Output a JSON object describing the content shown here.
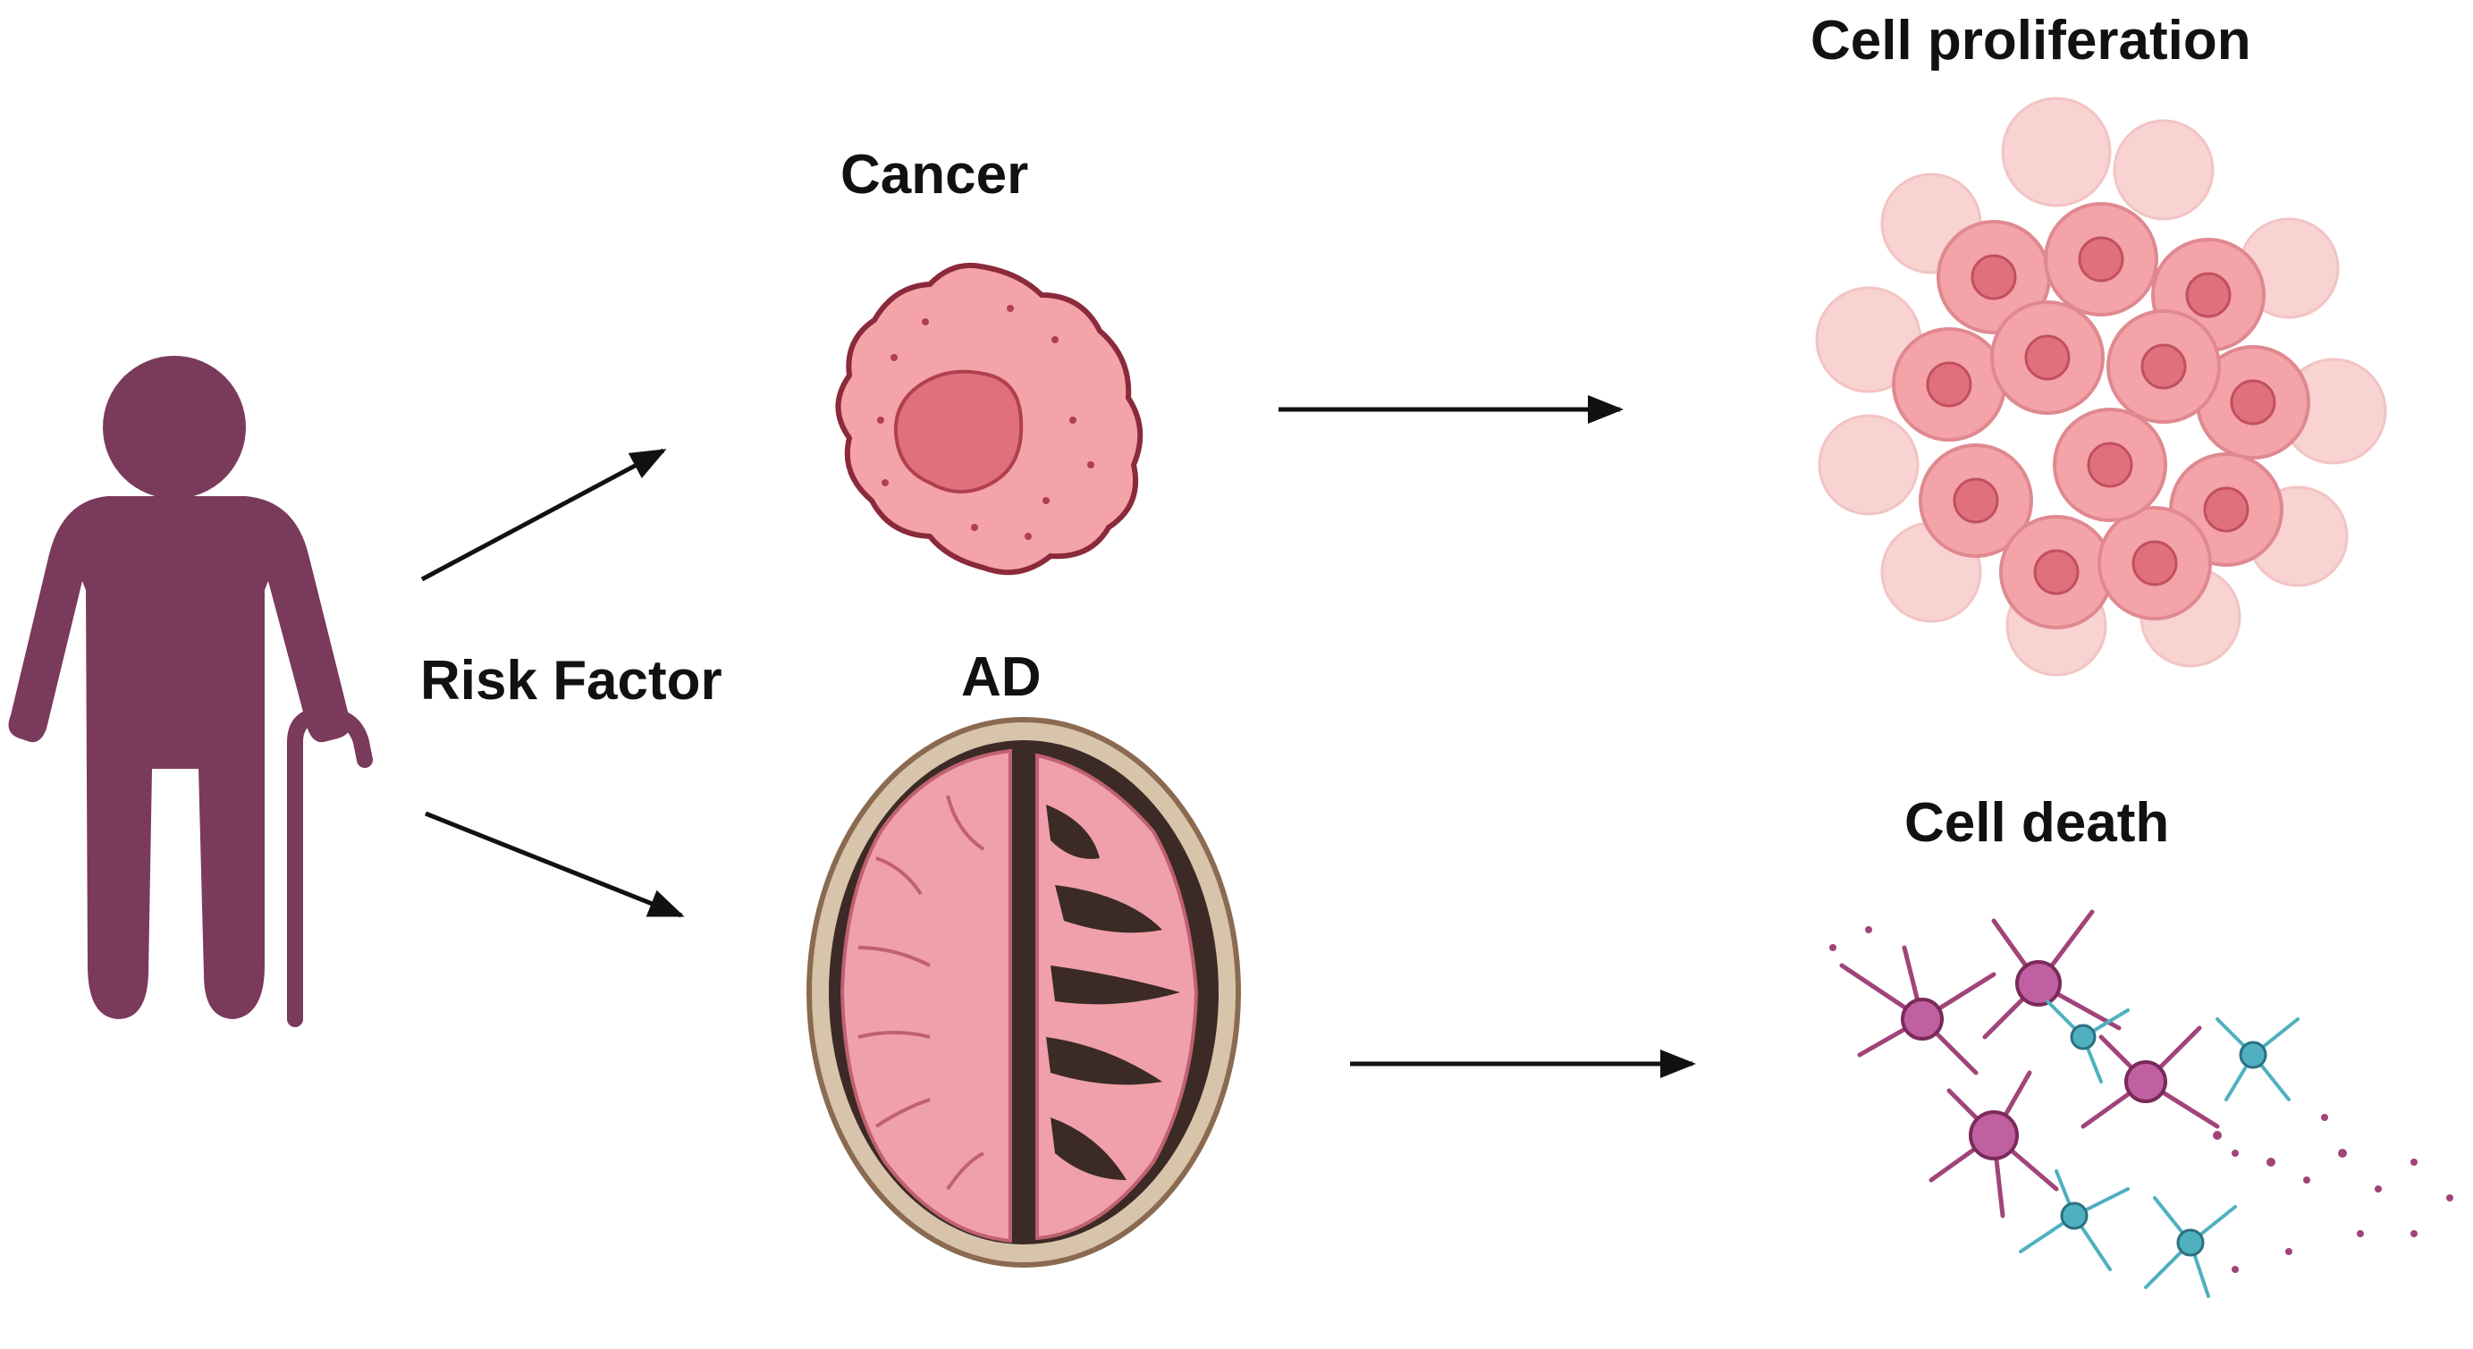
{
  "labels": {
    "risk_factor": "Risk Factor",
    "cancer": "Cancer",
    "ad": "AD",
    "cell_proliferation": "Cell proliferation",
    "cell_death": "Cell death"
  },
  "colors": {
    "person": "#7a3a5c",
    "cancer_cell": "#f4a3a8",
    "cancer_nucleus": "#e0707a",
    "cell_outline": "#8b2a3a",
    "brain_tissue": "#f0a0aa",
    "brain_dark": "#3b2a26",
    "skull": "#b8987a",
    "neuron_magenta": "#a0447a",
    "neuron_cyan": "#4fb0c0",
    "arrow": "#111111"
  }
}
